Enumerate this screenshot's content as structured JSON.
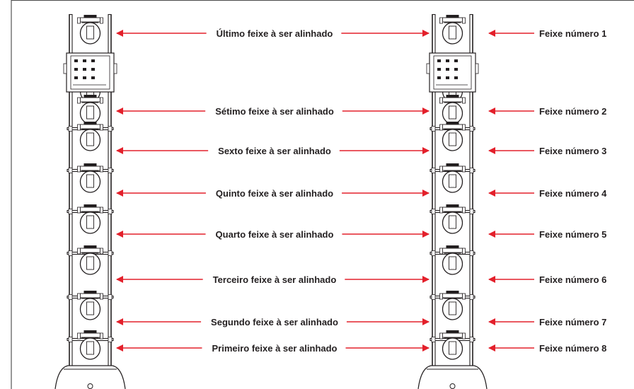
{
  "colors": {
    "arrow": "#e3202b",
    "line": "#231f20",
    "border": "#555555",
    "background": "#ffffff"
  },
  "middle_labels": [
    "Último feixe à ser alinhado",
    "Sétimo feixe à ser alinhado",
    "Sexto feixe à ser alinhado",
    "Quinto feixe à ser alinhado",
    "Quarto feixe à ser alinhado",
    "Terceiro feixe à ser alinhado",
    "Segundo feixe à ser alinhado",
    "Primeiro feixe à ser alinhado"
  ],
  "right_labels": [
    "Feixe número 1",
    "Feixe número 2",
    "Feixe número 3",
    "Feixe número 4",
    "Feixe número 5",
    "Feixe número 6",
    "Feixe número 7",
    "Feixe número 8"
  ]
}
